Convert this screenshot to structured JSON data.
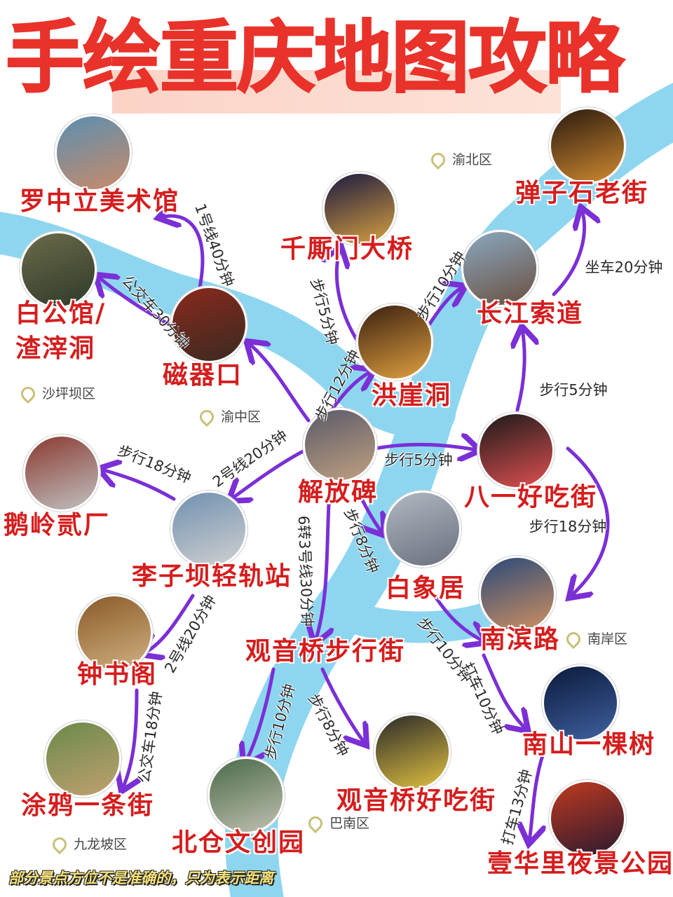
{
  "title": "手绘重庆地图攻略",
  "note": "部分景点方位不是准确的，只为表示距离",
  "colors": {
    "title": "#e8322a",
    "spot_label": "#d51d1d",
    "arrow": "#7b2fd6",
    "river": "#8ed6f0",
    "highlight": "#fbd3c6"
  },
  "districts": [
    "渝北区",
    "沙坪坝区",
    "渝中区",
    "南岸区",
    "九龙坡区",
    "巴南区"
  ],
  "spots": [
    {
      "name": "罗中立美术馆"
    },
    {
      "name": "白公馆/"
    },
    {
      "name": "渣滓洞"
    },
    {
      "name": "磁器口"
    },
    {
      "name": "千厮门大桥"
    },
    {
      "name": "弹子石老街"
    },
    {
      "name": "长江索道"
    },
    {
      "name": "洪崖洞"
    },
    {
      "name": "解放碑"
    },
    {
      "name": "八一好吃街"
    },
    {
      "name": "鹅岭贰厂"
    },
    {
      "name": "李子坝轻轨站"
    },
    {
      "name": "白象居"
    },
    {
      "name": "南滨路"
    },
    {
      "name": "钟书阁"
    },
    {
      "name": "观音桥步行街"
    },
    {
      "name": "涂鸦一条街"
    },
    {
      "name": "北仓文创园"
    },
    {
      "name": "观音桥好吃街"
    },
    {
      "name": "南山一棵树"
    },
    {
      "name": "壹华里夜景公园"
    }
  ],
  "routes": [
    {
      "from": "磁器口",
      "to": "罗中立美术馆",
      "label": "1号线40分钟"
    },
    {
      "from": "磁器口",
      "to": "白公馆/渣滓洞",
      "label": "公交车30分钟"
    },
    {
      "from": "洪崖洞",
      "to": "千厮门大桥",
      "label": "步行5分钟"
    },
    {
      "from": "洪崖洞",
      "to": "长江索道",
      "label": "步行10分钟"
    },
    {
      "from": "长江索道",
      "to": "弹子石老街",
      "label": "坐车20分钟"
    },
    {
      "from": "解放碑",
      "to": "洪崖洞",
      "label": "步行12分钟"
    },
    {
      "from": "解放碑",
      "to": "磁器口",
      "label": ""
    },
    {
      "from": "解放碑",
      "to": "八一好吃街",
      "label": "步行5分钟"
    },
    {
      "from": "八一好吃街",
      "to": "长江索道",
      "label": "步行5分钟"
    },
    {
      "from": "八一好吃街",
      "to": "南滨路",
      "label": "步行18分钟"
    },
    {
      "from": "解放碑",
      "to": "李子坝轻轨站",
      "label": "2号线20分钟"
    },
    {
      "from": "李子坝轻轨站",
      "to": "鹅岭贰厂",
      "label": "步行18分钟"
    },
    {
      "from": "解放碑",
      "to": "白象居",
      "label": "步行8分钟"
    },
    {
      "from": "解放碑",
      "to": "观音桥步行街",
      "label": "6转3号线30分钟"
    },
    {
      "from": "李子坝轻轨站",
      "to": "钟书阁",
      "label": "2号线20分钟"
    },
    {
      "from": "白象居",
      "to": "南滨路",
      "label": "步行10分钟"
    },
    {
      "from": "南滨路",
      "to": "南山一棵树",
      "label": "打车10分钟"
    },
    {
      "from": "南山一棵树",
      "to": "壹华里夜景公园",
      "label": "打车13分钟"
    },
    {
      "from": "钟书阁",
      "to": "涂鸦一条街",
      "label": "公交车18分钟"
    },
    {
      "from": "观音桥步行街",
      "to": "北仓文创园",
      "label": "步行10分钟"
    },
    {
      "from": "观音桥步行街",
      "to": "观音桥好吃街",
      "label": "步行8分钟"
    }
  ]
}
